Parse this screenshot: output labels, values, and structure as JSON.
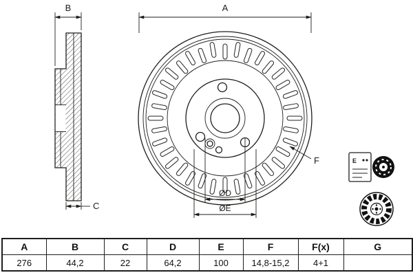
{
  "drawing": {
    "dim_a_label": "A",
    "dim_b_label": "B",
    "dim_c_label": "C",
    "dim_f_label": "F",
    "dim_d_label": "ØD",
    "dim_e_label": "ØE"
  },
  "icons": {
    "box_mark": "E"
  },
  "table": {
    "headers": [
      "A",
      "B",
      "C",
      "D",
      "E",
      "F",
      "F(x)",
      "G"
    ],
    "values": [
      "276",
      "44,2",
      "22",
      "64,2",
      "100",
      "14,8-15,2",
      "4+1",
      ""
    ]
  },
  "colors": {
    "line": "#1d1d1b",
    "background": "#ffffff"
  }
}
